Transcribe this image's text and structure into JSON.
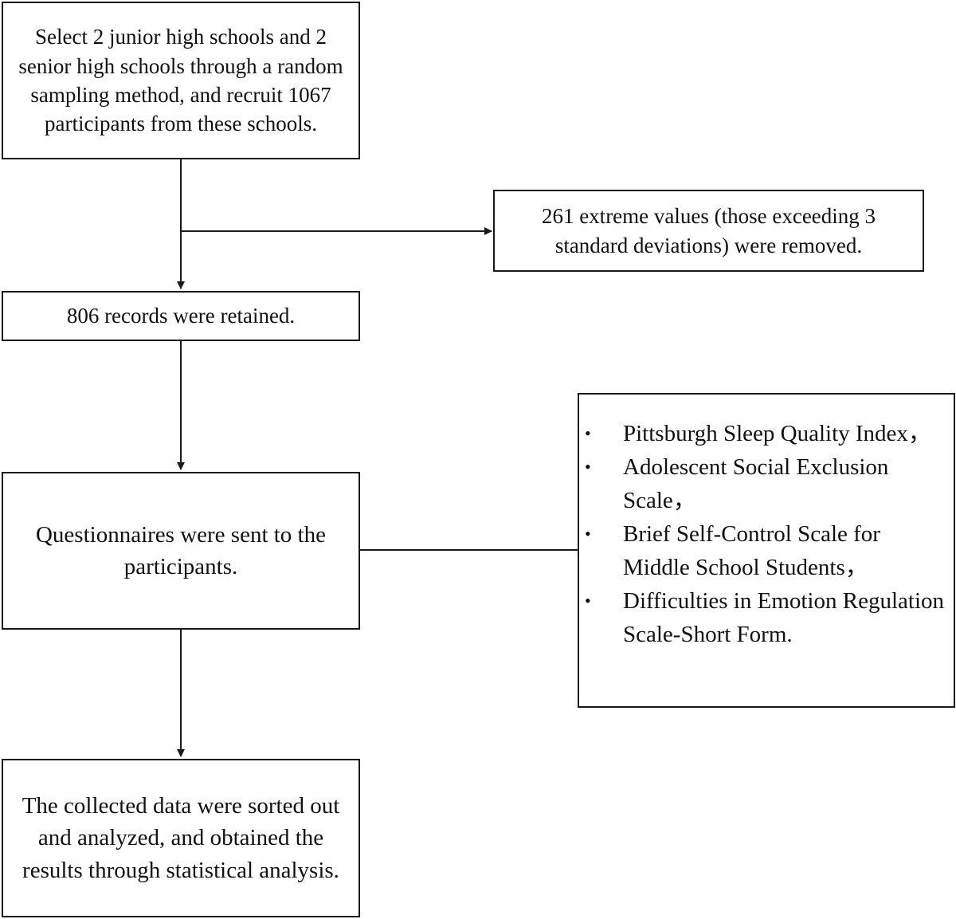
{
  "steps": {
    "recruit": "Select 2 junior high schools and 2 senior high schools through a random sampling method, and recruit 1067 participants from these schools.",
    "removed": "261 extreme values (those exceeding 3 standard deviations) were removed.",
    "retained": "806 records were retained.",
    "questionnaire": "Questionnaires were sent to the participants.",
    "results": "The collected data were sorted out and analyzed, and obtained the results through statistical analysis."
  },
  "scales": {
    "bullet": "•",
    "items": [
      " Pittsburgh Sleep Quality Index，",
      "Adolescent Social Exclusion Scale，",
      "Brief Self-Control Scale for Middle School Students，",
      "Difficulties in Emotion Regulation Scale-Short Form."
    ]
  },
  "colors": {
    "line": "#1a1a1a",
    "text": "#111111",
    "background": "#ffffff"
  }
}
